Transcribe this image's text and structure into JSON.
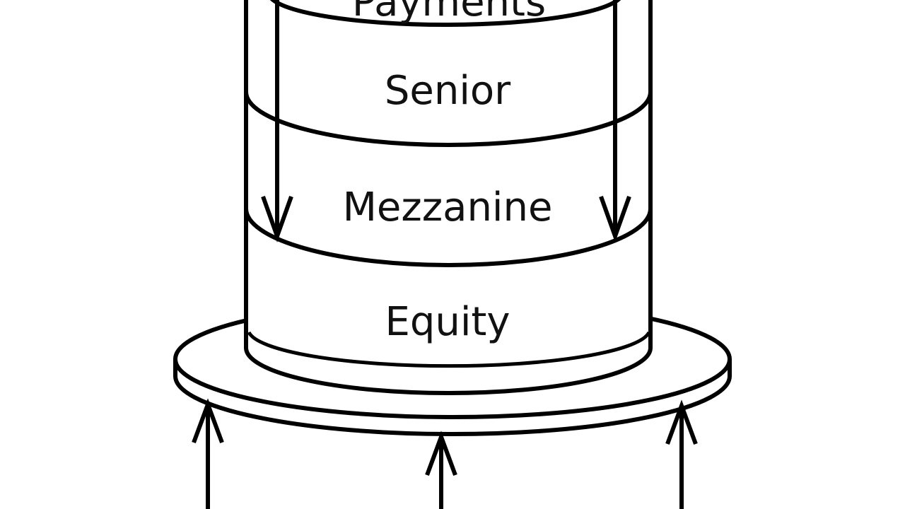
{
  "diagram": {
    "tiers": [
      {
        "id": "payments",
        "label": "Payments"
      },
      {
        "id": "senior",
        "label": "Senior"
      },
      {
        "id": "mezzanine",
        "label": "Mezzanine"
      },
      {
        "id": "equity",
        "label": "Equity"
      }
    ],
    "colors": {
      "stroke": "#000000",
      "fill": "#ffffff",
      "text": "#111111"
    }
  }
}
